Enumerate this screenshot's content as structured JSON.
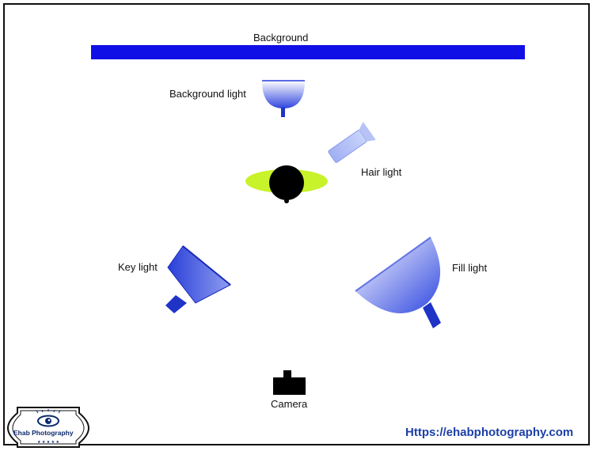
{
  "diagram": {
    "labels": {
      "background": "Background",
      "background_light": "Background light",
      "hair_light": "Hair light",
      "key_light": "Key light",
      "fill_light": "Fill light",
      "camera": "Camera"
    },
    "logo": {
      "name": "Ehab Photography"
    },
    "website": "Https://ehabphotography.com",
    "colors": {
      "background_bar": "#1010e6",
      "light_fill": "#3a4fe0",
      "subject_halo": "#c8f22a",
      "subject": "#000000",
      "url": "#1c3fa8"
    },
    "icons": [
      "background-bar",
      "background-light-icon",
      "hair-light-icon",
      "subject-icon",
      "key-light-icon",
      "fill-light-icon",
      "camera-icon",
      "logo-icon"
    ]
  }
}
